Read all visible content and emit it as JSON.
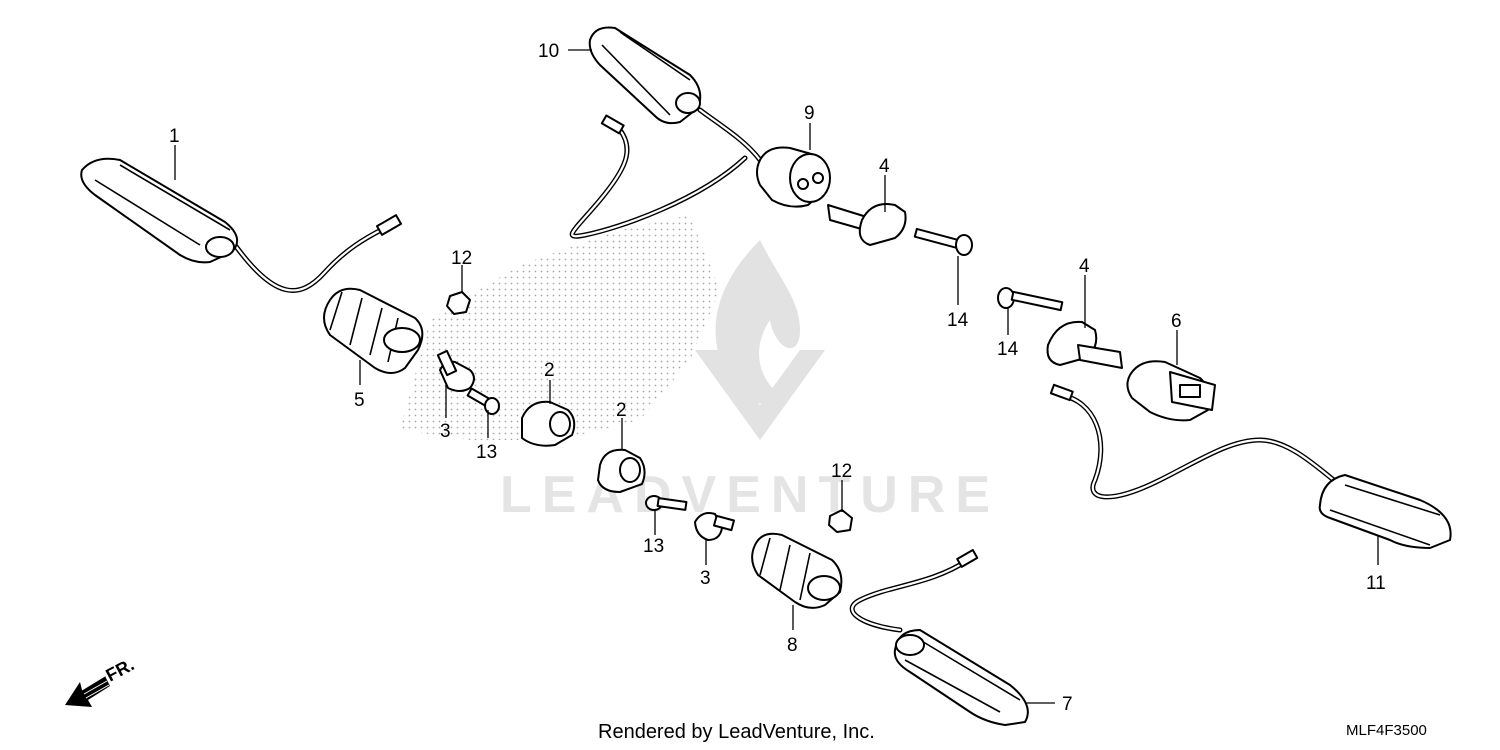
{
  "diagram": {
    "part_numbers": [
      "1",
      "2",
      "2",
      "3",
      "3",
      "4",
      "4",
      "5",
      "6",
      "7",
      "8",
      "9",
      "10",
      "11",
      "12",
      "12",
      "13",
      "13",
      "14",
      "14"
    ],
    "direction_label": "FR.",
    "watermark_text": "LEADVENTURE",
    "footer_credit": "Rendered by LeadVenture, Inc.",
    "diagram_code": "MLF4F3500"
  },
  "callouts": {
    "c1": "1",
    "c2a": "2",
    "c2b": "2",
    "c3a": "3",
    "c3b": "3",
    "c4a": "4",
    "c4b": "4",
    "c5": "5",
    "c6": "6",
    "c7": "7",
    "c8": "8",
    "c9": "9",
    "c10": "10",
    "c11": "11",
    "c12a": "12",
    "c12b": "12",
    "c13a": "13",
    "c13b": "13",
    "c14a": "14",
    "c14b": "14"
  },
  "colors": {
    "line": "#000000",
    "watermark": "#e2e2e2",
    "background": "#ffffff"
  }
}
